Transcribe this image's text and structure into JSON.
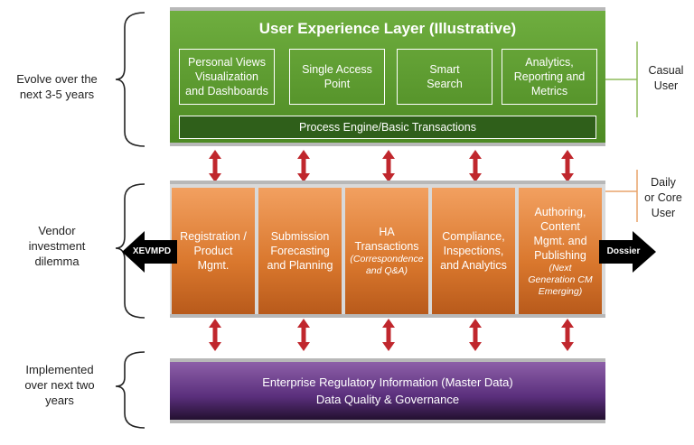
{
  "left_labels": {
    "evolve": [
      "Evolve over the",
      "next 3-5 years"
    ],
    "vendor": [
      "Vendor",
      "investment",
      "dilemma"
    ],
    "implemented": [
      "Implemented",
      "over next two",
      "years"
    ]
  },
  "ux_layer": {
    "title": "User Experience Layer (Illustrative)",
    "boxes": [
      [
        "Personal Views",
        "Visualization",
        "and Dashboards"
      ],
      [
        "Single Access",
        "Point"
      ],
      [
        "Smart",
        "Search"
      ],
      [
        "Analytics,",
        "Reporting and",
        "Metrics"
      ]
    ],
    "process_bar": "Process Engine/Basic Transactions"
  },
  "core_layer": {
    "boxes": [
      {
        "lines": [
          "Registration /",
          "Product",
          "Mgmt."
        ],
        "sub": []
      },
      {
        "lines": [
          "Submission",
          "Forecasting",
          "and Planning"
        ],
        "sub": []
      },
      {
        "lines": [
          "HA",
          "Transactions"
        ],
        "sub": [
          "(Correspondence",
          "and Q&A)"
        ]
      },
      {
        "lines": [
          "Compliance,",
          "Inspections,",
          "and Analytics"
        ],
        "sub": []
      },
      {
        "lines": [
          "Authoring,",
          "Content",
          "Mgmt. and",
          "Publishing"
        ],
        "sub": [
          "(Next",
          "Generation CM",
          "Emerging)"
        ]
      }
    ]
  },
  "data_layer": {
    "line1": "Enterprise Regulatory Information (Master Data)",
    "line2": "Data Quality & Governance"
  },
  "right_labels": {
    "casual": [
      "Casual",
      "User"
    ],
    "core": [
      "Daily",
      "or Core",
      "User"
    ]
  },
  "arrows": {
    "left": "XEVMPD",
    "right": "Dossier"
  },
  "colors": {
    "arrow_red": "#c0272d",
    "bracket_green": "#8dbb5a",
    "bracket_orange": "#e8a46a"
  }
}
